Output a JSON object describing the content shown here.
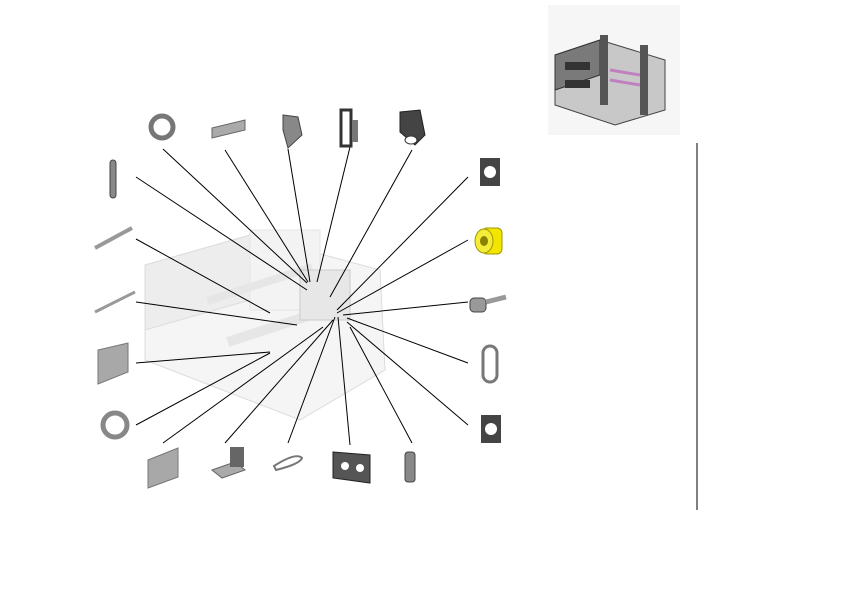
{
  "diagram": {
    "type": "exploded-parts-view",
    "colors": {
      "leader": "#000000",
      "part": "#9a9a9a",
      "part_dark": "#3a3a3a",
      "highlight": "#f2e600",
      "assembly": "#e4e4e4"
    },
    "parts": [
      "extension-spring",
      "rod",
      "rod",
      "comb-plate",
      "split-ring",
      "comb-plate",
      "split-ring",
      "pin-bracket",
      "bent-bracket",
      "frame-bracket",
      "plate-bracket",
      "mount-plate",
      "bushing",
      "shaft-screw",
      "belt-loop",
      "mount-plate",
      "extension-spring",
      "frame-bracket",
      "belt-loop",
      "angle-bracket"
    ],
    "highlighted_part": "bushing"
  }
}
